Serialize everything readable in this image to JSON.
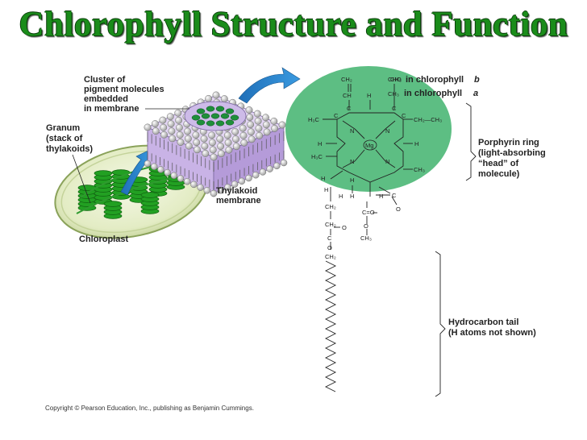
{
  "title": "Chlorophyll Structure and Function",
  "labels": {
    "cluster": [
      "Cluster of",
      "pigment molecules",
      "embedded",
      "in membrane"
    ],
    "granum": [
      "Granum",
      "(stack of",
      "thylakoids)"
    ],
    "thylakoid": [
      "Thylakoid",
      "membrane"
    ],
    "chloroplast": "Chloroplast",
    "cho_prefix": "CHO",
    "cho_text": "in chlorophyll",
    "cho_letter": "b",
    "ch3_prefix": "CH₃",
    "ch3_text": "in chlorophyll",
    "ch3_letter": "a",
    "porphyrin": [
      "Porphyrin ring",
      "(light-absorbing",
      "“head” of",
      "molecule)"
    ],
    "tail": [
      "Hydrocarbon tail",
      "(H atoms not shown)"
    ],
    "copyright": "Copyright © Pearson Education, Inc., publishing as Benjamin Cummings."
  },
  "atoms": {
    "ch2_top": "CH₂",
    "ch": "CH",
    "h_top": "H",
    "ch3_top": "CH₃",
    "h3c_left": "H₃C",
    "c1": "C",
    "c2": "C",
    "c3": "C",
    "c4": "C",
    "ch2ch3": "CH₂—CH₃",
    "n1": "N",
    "n2": "N",
    "n3": "N",
    "n4": "N",
    "mg": "Mg",
    "h_left": "H",
    "h_right": "H",
    "h3c_left2": "H₃C",
    "ch3_right": "CH₃",
    "h_a": "H",
    "h_b": "H",
    "h_c": "H",
    "h_d": "H",
    "ch2_a": "CH₂",
    "ch2_b": "CH₂",
    "c_o_a": "C",
    "o_a": "O",
    "o_b": "O",
    "ch2_c": "CH₂",
    "c_eq_o": "C=O",
    "o_c": "O",
    "ch3_d": "CH₃",
    "c_e": "C",
    "o_e": "O",
    "h_e": "H",
    "h_f": "H"
  },
  "colors": {
    "title_green": "#1a8c1a",
    "ring_green": "#5dbe83",
    "chloroplast_green": "#22a022"
  }
}
